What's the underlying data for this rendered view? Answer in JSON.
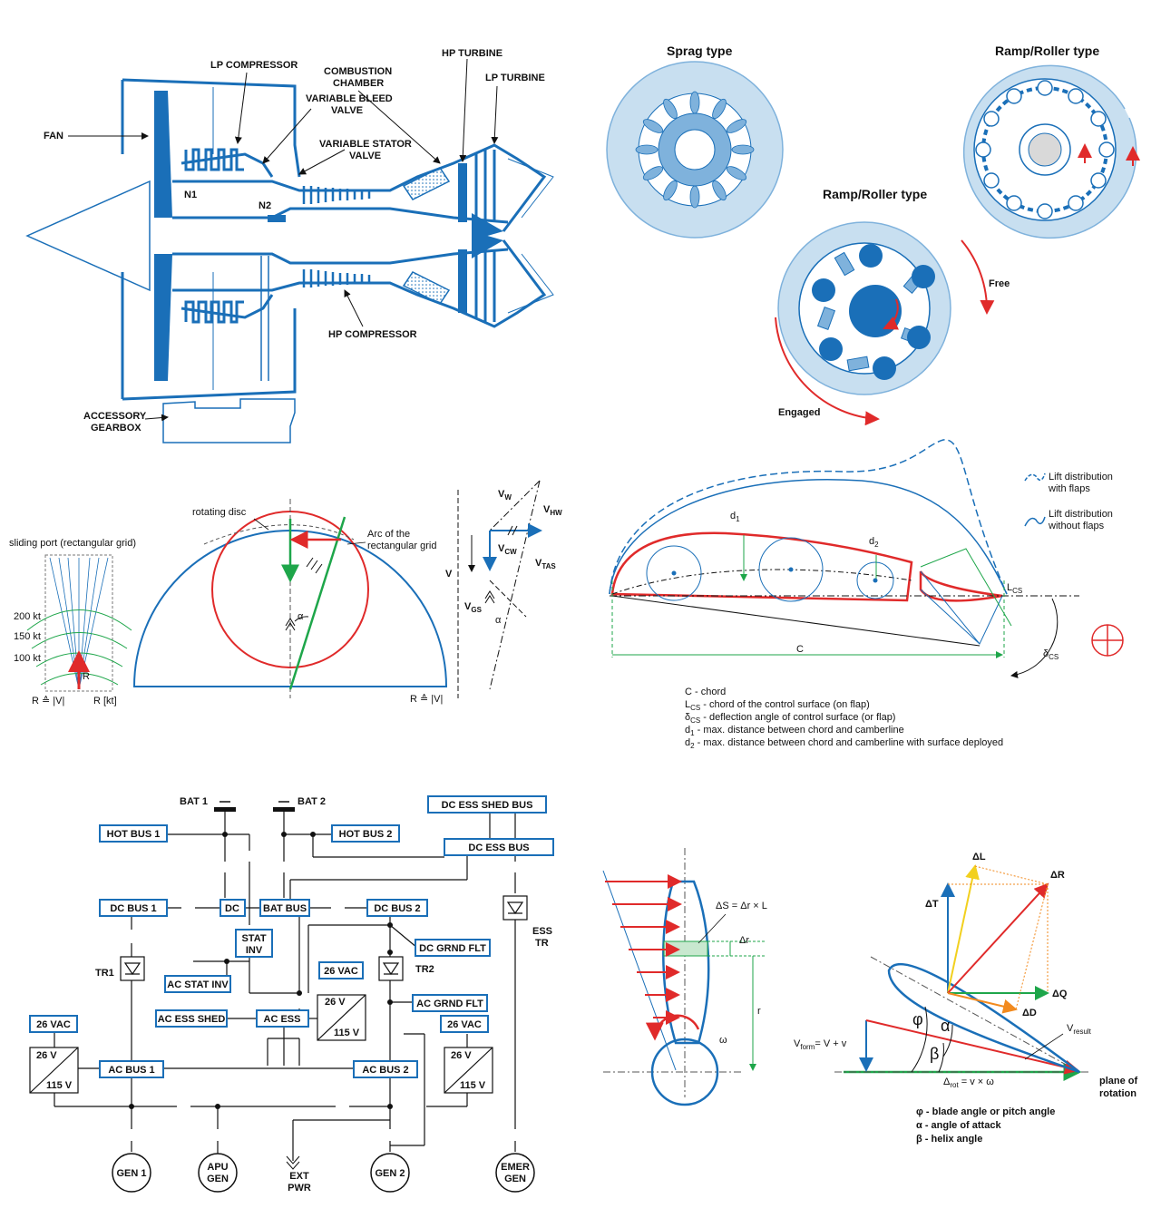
{
  "colors": {
    "blue": "#1a6fb8",
    "lightblue": "#c8dff0",
    "midblue": "#7fb2dc",
    "red": "#e02a2a",
    "green": "#1ea64a",
    "yellow": "#f2d01e",
    "orange": "#f28a1e",
    "black": "#111111"
  },
  "engine": {
    "lp_compressor": "LP COMPRESSOR",
    "combustion_1": "COMBUSTION",
    "combustion_2": "CHAMBER",
    "hp_turbine": "HP TURBINE",
    "lp_turbine": "LP TURBINE",
    "bleed_1": "VARIABLE BLEED",
    "bleed_2": "VALVE",
    "stator_1": "VARIABLE STATOR",
    "stator_2": "VALVE",
    "fan": "FAN",
    "n1": "N1",
    "n2": "N2",
    "hp_compressor": "HP COMPRESSOR",
    "gearbox_1": "ACCESSORY",
    "gearbox_2": "GEARBOX"
  },
  "clutch": {
    "sprag": "Sprag type",
    "ramp_right": "Ramp/Roller type",
    "ramp_mid": "Ramp/Roller type",
    "free": "Free",
    "engaged": "Engaged"
  },
  "nav": {
    "rotating_disc": "rotating disc",
    "sliding_port": "sliding port (rectangular grid)",
    "arc_1": "Arc of the",
    "arc_2": "rectangular grid",
    "kt200": "200 kt",
    "kt150": "150 kt",
    "kt100": "100 kt",
    "r": "R",
    "r_left": "R ≙ |V|",
    "r_kt": "R  [kt]",
    "r_right": "R ≙ |V|",
    "alpha": "α",
    "vw": "V",
    "vw_sub": "W",
    "vhw": "V",
    "vhw_sub": "HW",
    "vcw": "V",
    "vcw_sub": "CW",
    "vtas": "V",
    "vtas_sub": "TAS",
    "v": "V",
    "vgs": "V",
    "vgs_sub": "GS",
    "alpha2": "α"
  },
  "airfoil": {
    "legend_flaps_1": "Lift distribution",
    "legend_flaps_2": "with flaps",
    "legend_noflaps_1": "Lift distribution",
    "legend_noflaps_2": "without flaps",
    "d1": "d",
    "d1_sub": "1",
    "d2": "d",
    "d2_sub": "2",
    "lcs": "L",
    "lcs_sub": "CS",
    "c": "C",
    "dcs": "δ",
    "dcs_sub": "CS",
    "def_c": "C     - chord",
    "def_lcs_a": "L",
    "def_lcs_sub": "CS",
    "def_lcs_b": " - chord of the control surface (on flap)",
    "def_dcs_a": "δ",
    "def_dcs_sub": "CS",
    "def_dcs_b": " - deflection angle of control surface (or flap)",
    "def_d1_a": "d",
    "def_d1_sub": "1",
    "def_d1_b": "  - max. distance between chord and camberline",
    "def_d2_a": "d",
    "def_d2_sub": "2",
    "def_d2_b": "  - max. distance between chord and camberline with surface deployed"
  },
  "electrical": {
    "bat1": "BAT 1",
    "bat2": "BAT 2",
    "dc_ess_shed": "DC ESS SHED BUS",
    "hot1": "HOT BUS 1",
    "hot2": "HOT BUS 2",
    "dc_ess": "DC ESS BUS",
    "dc1": "DC BUS 1",
    "dc": "DC",
    "bat_bus": "BAT BUS",
    "dc2": "DC BUS 2",
    "stat_inv_1": "STAT",
    "stat_inv_2": "INV",
    "ess": "ESS",
    "tr": "TR",
    "dc_grnd": "DC GRND FLT",
    "tr1": "TR1",
    "tr2": "TR2",
    "ac_stat_inv": "AC STAT INV",
    "vac26_mid": "26 VAC",
    "ac_ess_shed": "AC ESS SHED",
    "ac_ess": "AC ESS",
    "v26": "26 V",
    "v115": "115 V",
    "ac_grnd": "AC GRND FLT",
    "vac26_left": "26 VAC",
    "vac26_right": "26 VAC",
    "ac1": "AC BUS 1",
    "ac2": "AC BUS 2",
    "gen1": "GEN 1",
    "apu_1": "APU",
    "apu_2": "GEN",
    "ext_1": "EXT",
    "ext_2": "PWR",
    "gen2": "GEN 2",
    "emer_1": "EMER",
    "emer_2": "GEN"
  },
  "blade": {
    "ds": "ΔS = Δr × L",
    "dr": "Δr",
    "r": "r",
    "omega": "ω"
  },
  "forces": {
    "dl": "ΔL",
    "dr": "ΔR",
    "dt": "ΔT",
    "dq": "ΔQ",
    "dd": "ΔD",
    "phi": "φ",
    "alpha": "α",
    "beta": "β",
    "vresult": "V",
    "vresult_sub": "result",
    "vform": "V",
    "vform_sub": "form",
    "vform_eq": "= V + v",
    "drot": "Δ",
    "drot_sub": "rot",
    "drot_eq": " = v × ω",
    "plane_1": "plane of",
    "plane_2": "rotation",
    "def_phi": "φ - blade angle or pitch angle",
    "def_alpha": "α - angle of attack",
    "def_beta": "β - helix angle"
  }
}
